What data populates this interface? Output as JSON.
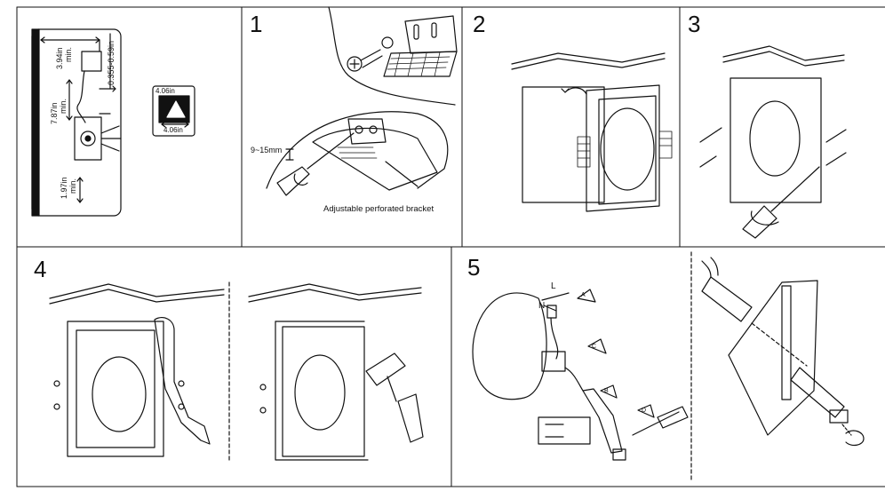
{
  "panel0": {
    "dim_top": "3.94in\nmin.",
    "dim_top_a": "3.94in",
    "dim_top_b": "min.",
    "dim_mid_a": "7.87in",
    "dim_mid_b": "min.",
    "dim_bot_a": "1.97in",
    "dim_bot_b": "min.",
    "dim_depth": "0.355-0.59in",
    "box_w": "4.06in",
    "box_h": "4.06in"
  },
  "panel1": {
    "number": "1",
    "gap_label": "9~15mm",
    "bracket_label": "Adjustable perforated bracket"
  },
  "panel2": {
    "number": "2"
  },
  "panel3": {
    "number": "3"
  },
  "panel4": {
    "number": "4"
  },
  "panel5": {
    "number": "5",
    "wire_l": "L",
    "wire_n": "N",
    "step_a": "A",
    "step_b": "B",
    "step_c": "C",
    "step_d": "D"
  }
}
